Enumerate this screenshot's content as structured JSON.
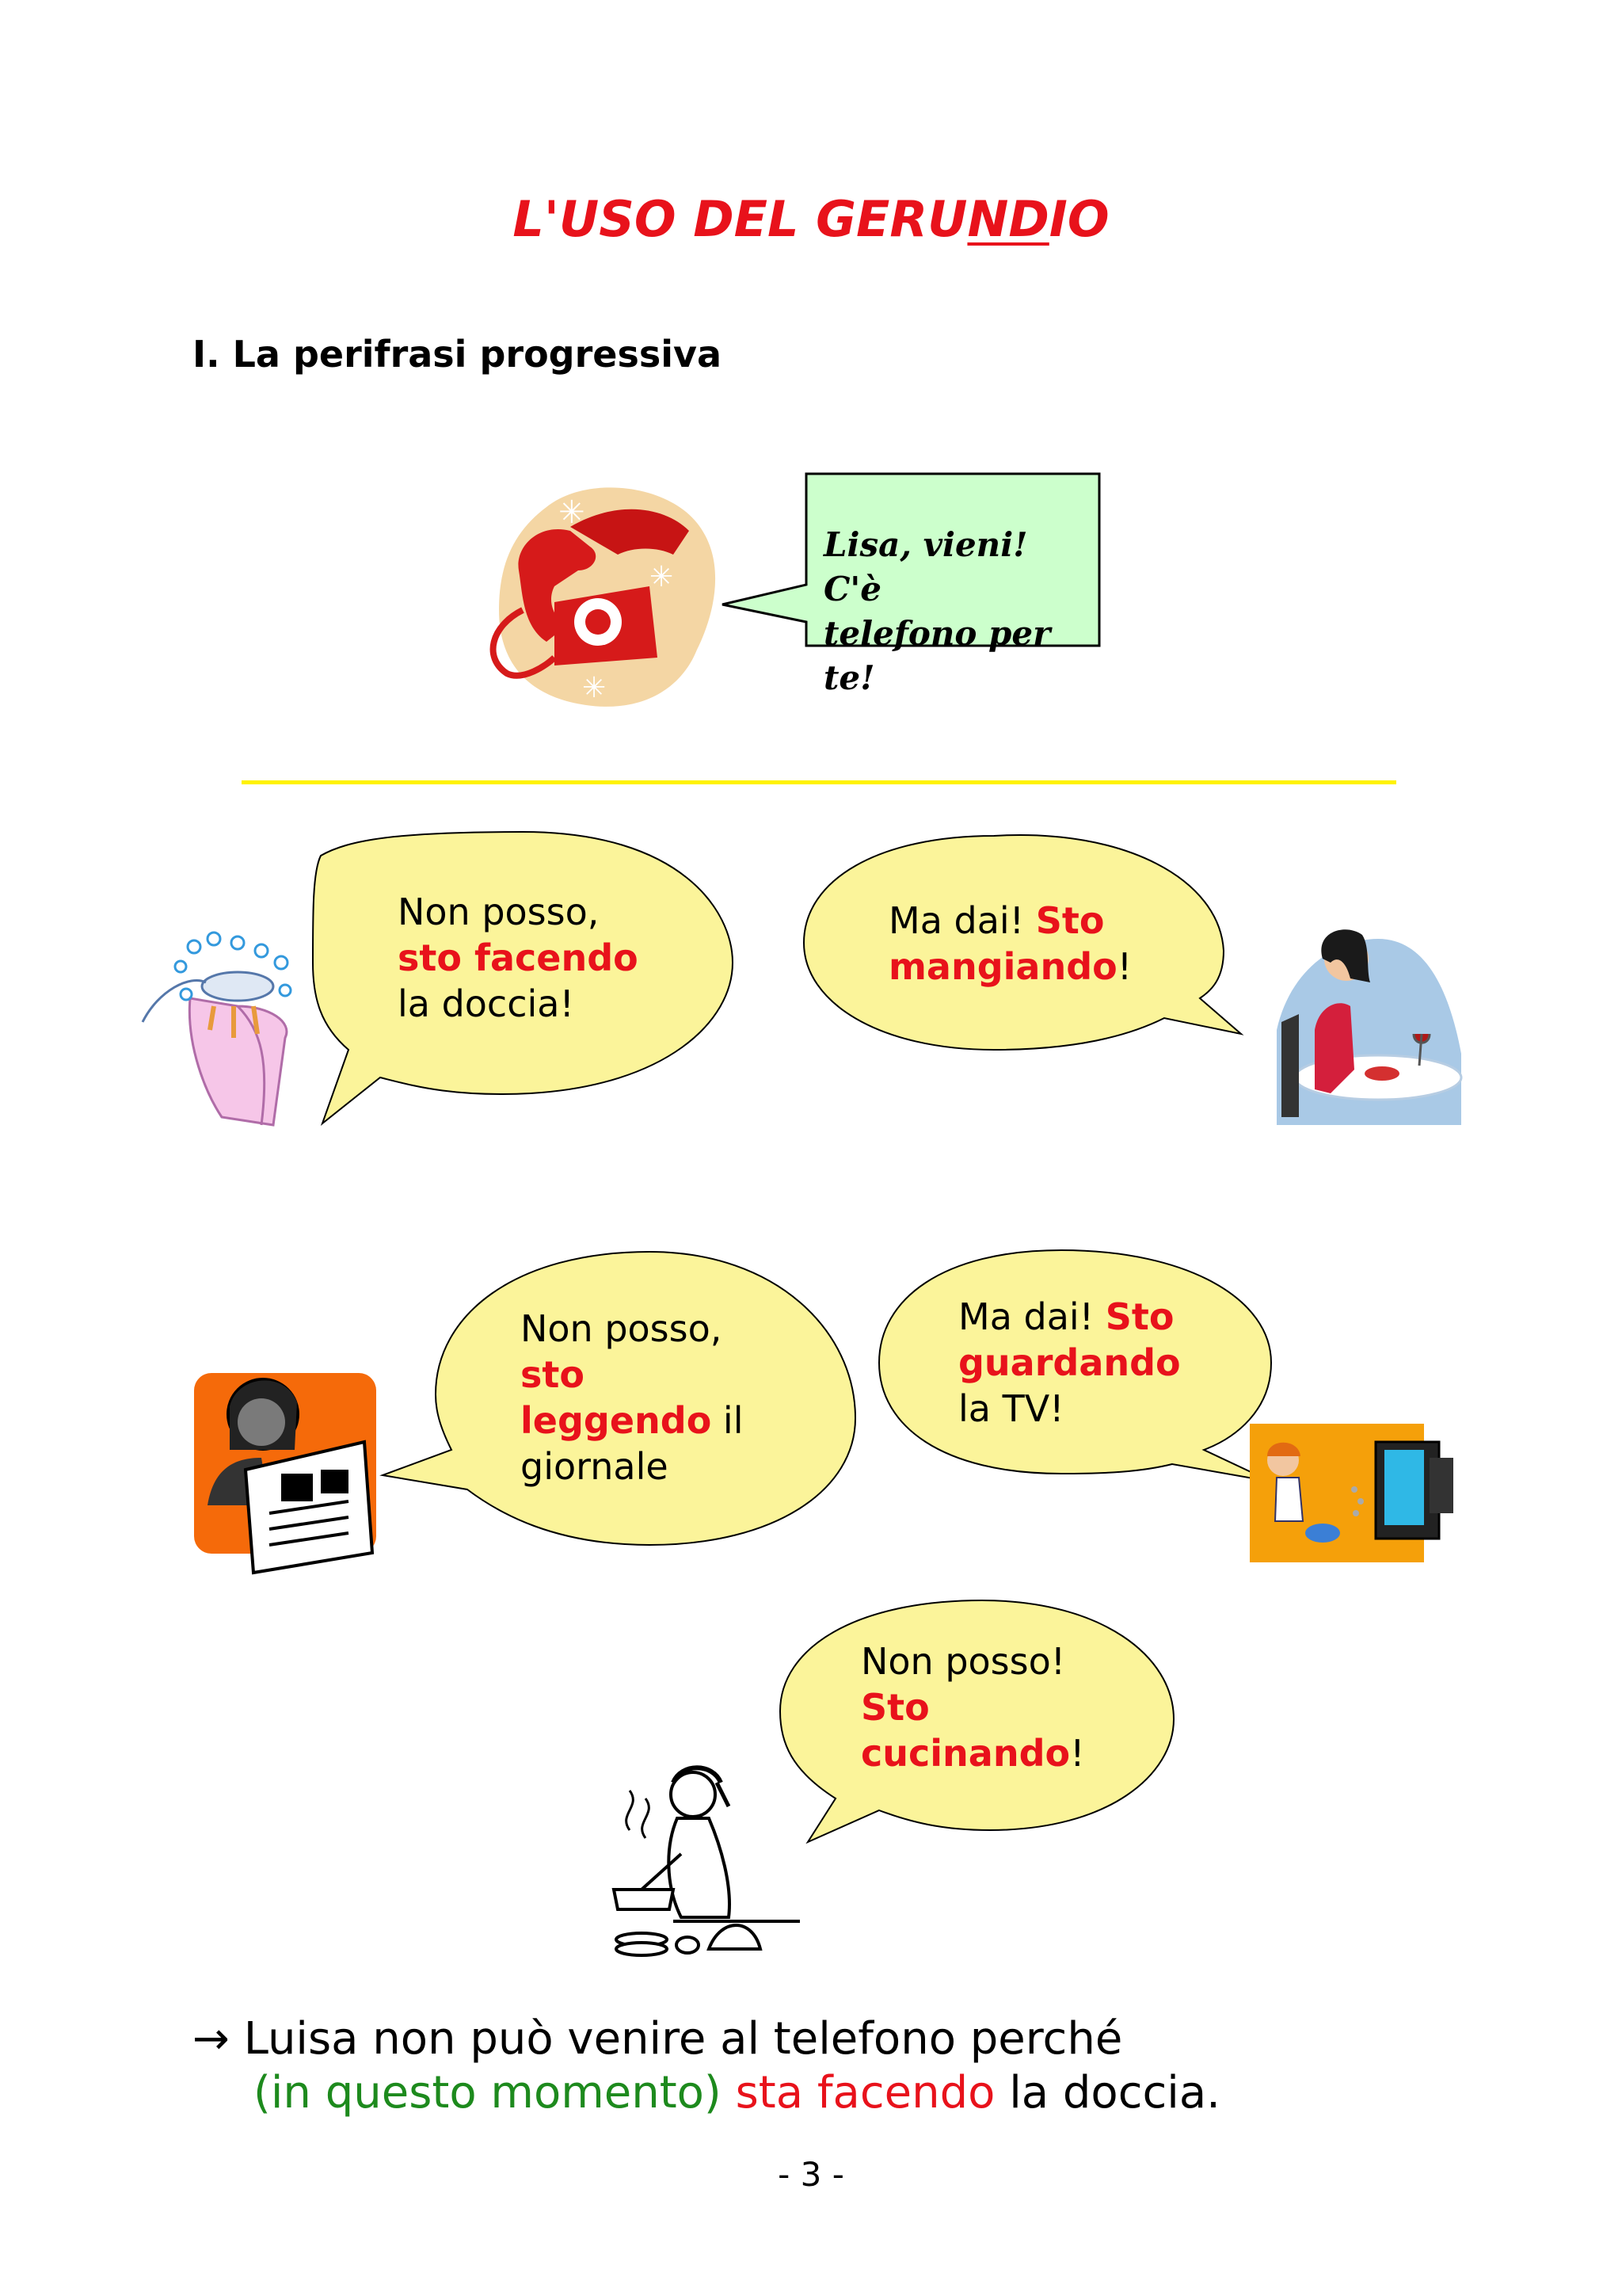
{
  "title": {
    "part1": "L'USO DEL GERU",
    "underlined": "ND",
    "part2": "IO"
  },
  "section_heading": "I. La perifrasi progressiva",
  "phone_callout": {
    "line1": "Lisa, vieni! C'è",
    "line2": "telefono per te!"
  },
  "bubbles": {
    "shower": {
      "line1": "Non posso,",
      "highlight": "sto facendo",
      "line3": "la doccia!"
    },
    "eating": {
      "prefix": "Ma dai! ",
      "highlight1": "Sto",
      "highlight2": "mangiando",
      "suffix": "!"
    },
    "reading": {
      "line1": "Non posso,",
      "highlight1": "sto",
      "highlight2": "leggendo",
      "after": " il",
      "line4": "giornale"
    },
    "tv": {
      "prefix": "Ma dai! ",
      "highlight1": "Sto",
      "highlight2": "guardando",
      "line3": "la TV!"
    },
    "cooking": {
      "line1": "Non posso!",
      "highlight1": "Sto",
      "highlight2": "cucinando",
      "suffix": "!"
    }
  },
  "conclusion": {
    "arrow": "→",
    "line1": " Luisa non può venire al telefono perché",
    "green": "(in questo momento)",
    "red": "sta facendo",
    "tail": " la doccia."
  },
  "page_number": "- 3 -",
  "colors": {
    "title": "#e8121b",
    "highlight": "#e8121b",
    "green": "#1d8a1d",
    "bubble_fill": "#fbf49a",
    "callout_fill": "#ccffcc",
    "divider": "#fff200"
  }
}
